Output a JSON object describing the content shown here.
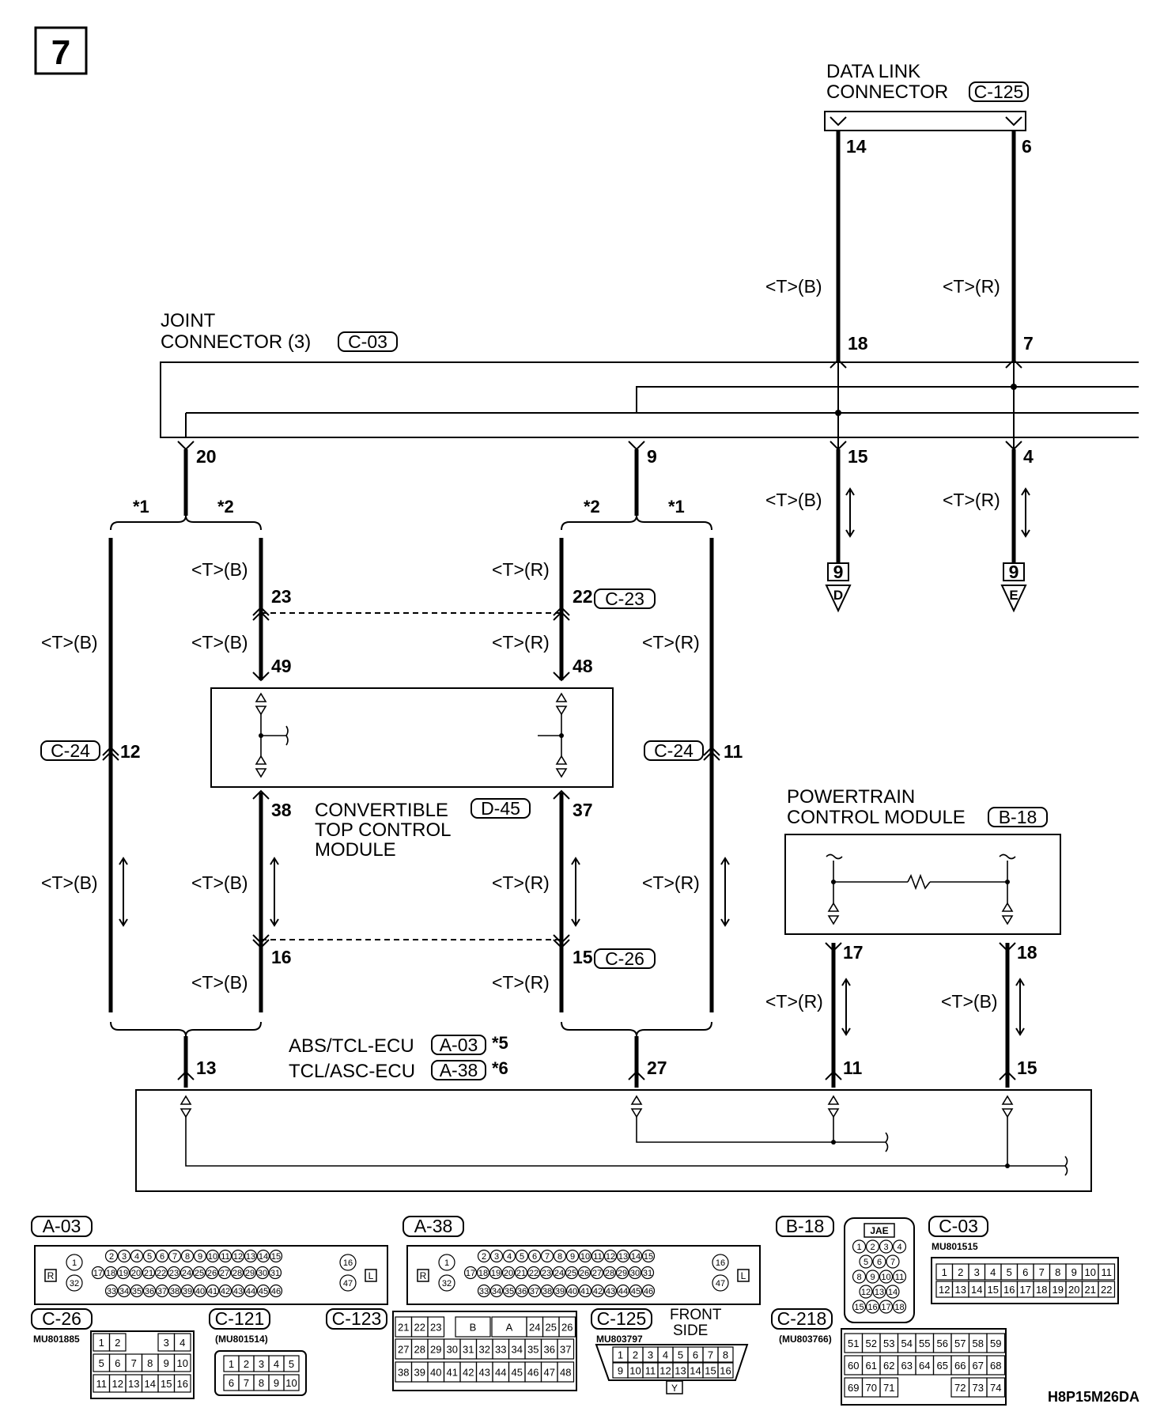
{
  "page_number": "7",
  "drawing_code": "H8P15M26DA",
  "components": {
    "dlc": {
      "name_line1": "DATA LINK",
      "name_line2": "CONNECTOR",
      "connector": "C-125"
    },
    "joint": {
      "name_line1": "JOINT",
      "name_line2": "CONNECTOR (3)",
      "connector": "C-03"
    },
    "cabin": {
      "name_line1": "CONVERTIBLE",
      "name_line2": "TOP CONTROL",
      "name_line3": "MODULE",
      "connector": "D-45"
    },
    "pcm": {
      "name_line1": "POWERTRAIN",
      "name_line2": "CONTROL MODULE",
      "connector": "B-18"
    },
    "abs": {
      "name": "ABS/TCL-ECU",
      "connector": "A-03",
      "note": "*5"
    },
    "tcl": {
      "name": "TCL/ASC-ECU",
      "connector": "A-38",
      "note": "*6"
    }
  },
  "inline_connectors": {
    "c23": "C-23",
    "c24": "C-24",
    "c26": "C-26"
  },
  "wire_codes": {
    "black": "<T>(B)",
    "red": "<T>(R)"
  },
  "pins": {
    "dlc_14": "14",
    "dlc_6": "6",
    "j_18": "18",
    "j_7": "7",
    "j_15": "15",
    "j_4": "4",
    "j_20": "20",
    "j_9": "9",
    "p23": "23",
    "p22": "22",
    "p49": "49",
    "p48": "48",
    "p12": "12",
    "p11": "11",
    "p38": "38",
    "p37": "37",
    "p16": "16",
    "p15": "15",
    "p13": "13",
    "p27": "27",
    "p17": "17",
    "p18": "18",
    "p11b": "11",
    "p15b": "15"
  },
  "option_marks": {
    "star1": "*1",
    "star2": "*2"
  },
  "offpage": {
    "d_page": "9",
    "d_letter": "D",
    "e_page": "9",
    "e_letter": "E"
  },
  "connector_views": {
    "a03": {
      "label": "A-03",
      "row1": [
        "2",
        "3",
        "4",
        "5",
        "6",
        "7",
        "8",
        "9",
        "10",
        "11",
        "12",
        "13",
        "14",
        "15"
      ],
      "row2": [
        "17",
        "18",
        "19",
        "20",
        "21",
        "22",
        "23",
        "24",
        "25",
        "26",
        "27",
        "28",
        "29",
        "30",
        "31"
      ],
      "row3": [
        "33",
        "34",
        "35",
        "36",
        "37",
        "38",
        "39",
        "40",
        "41",
        "42",
        "43",
        "44",
        "45",
        "46"
      ],
      "left_top": "1",
      "left_bottom": "32",
      "right_top": "16",
      "right_bottom": "47",
      "marker_r": "R",
      "marker_l": "L"
    },
    "a38": {
      "label": "A-38",
      "row1": [
        "2",
        "3",
        "4",
        "5",
        "6",
        "7",
        "8",
        "9",
        "10",
        "11",
        "12",
        "13",
        "14",
        "15"
      ],
      "row2": [
        "17",
        "18",
        "19",
        "20",
        "21",
        "22",
        "23",
        "24",
        "25",
        "26",
        "27",
        "28",
        "29",
        "30",
        "31"
      ],
      "row3": [
        "33",
        "34",
        "35",
        "36",
        "37",
        "38",
        "39",
        "40",
        "41",
        "42",
        "43",
        "44",
        "45",
        "46"
      ],
      "left_top": "1",
      "left_bottom": "32",
      "right_top": "16",
      "right_bottom": "47",
      "marker_r": "R",
      "marker_l": "L"
    },
    "b18": {
      "label": "B-18",
      "header": "JAE",
      "rows": [
        [
          "1",
          "2",
          "3",
          "4"
        ],
        [
          "5",
          "6",
          "7"
        ],
        [
          "8",
          "9",
          "10",
          "11"
        ],
        [
          "12",
          "13",
          "14"
        ],
        [
          "15",
          "16",
          "17",
          "18"
        ]
      ]
    },
    "c03": {
      "label": "C-03",
      "part": "MU801515",
      "row1": [
        "1",
        "2",
        "3",
        "4",
        "5",
        "6",
        "7",
        "8",
        "9",
        "10",
        "11"
      ],
      "row2": [
        "12",
        "13",
        "14",
        "15",
        "16",
        "17",
        "18",
        "19",
        "20",
        "21",
        "22"
      ]
    },
    "c26": {
      "label": "C-26",
      "part": "MU801885",
      "row1": [
        "1",
        "2",
        "",
        "",
        "3",
        "4"
      ],
      "row2": [
        "5",
        "6",
        "7",
        "8",
        "9",
        "10"
      ],
      "row3": [
        "11",
        "12",
        "13",
        "14",
        "15",
        "16"
      ]
    },
    "c121": {
      "label": "C-121",
      "part": "(MU801514)",
      "row1": [
        "1",
        "2",
        "3",
        "4",
        "5"
      ],
      "row2": [
        "6",
        "7",
        "8",
        "9",
        "10"
      ]
    },
    "c123": {
      "label": "C-123",
      "row1": [
        "21",
        "22",
        "23",
        "B",
        "A",
        "24",
        "25",
        "26"
      ],
      "row2": [
        "27",
        "28",
        "29",
        "30",
        "31",
        "32",
        "33",
        "34",
        "35",
        "36",
        "37"
      ],
      "row3": [
        "38",
        "39",
        "40",
        "41",
        "42",
        "43",
        "44",
        "45",
        "46",
        "47",
        "48"
      ]
    },
    "c125": {
      "label": "C-125",
      "part": "MU803797",
      "front1": "FRONT",
      "front2": "SIDE",
      "row1": [
        "1",
        "2",
        "3",
        "4",
        "5",
        "6",
        "7",
        "8"
      ],
      "row2": [
        "9",
        "10",
        "11",
        "12",
        "13",
        "14",
        "15",
        "16"
      ],
      "key": "Y"
    },
    "c218": {
      "label": "C-218",
      "part": "(MU803766)",
      "row1": [
        "51",
        "52",
        "53",
        "54",
        "55",
        "56",
        "57",
        "58",
        "59"
      ],
      "row2": [
        "60",
        "61",
        "62",
        "63",
        "64",
        "65",
        "66",
        "67",
        "68"
      ],
      "row3": [
        "69",
        "70",
        "71",
        "",
        "",
        "",
        "72",
        "73",
        "74"
      ]
    }
  }
}
